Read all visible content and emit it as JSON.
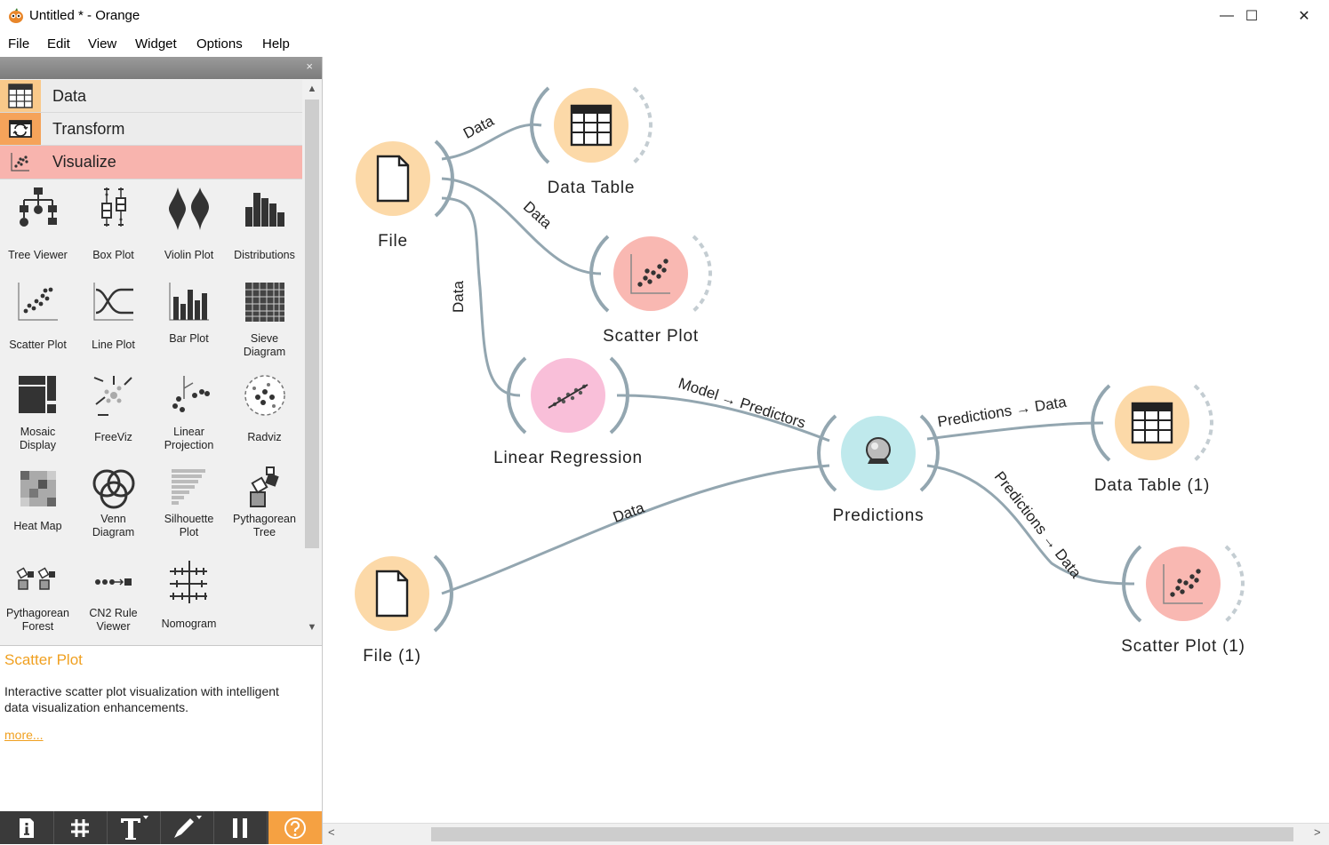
{
  "window": {
    "title": "Untitled * - Orange",
    "minimize": "—",
    "maximize": "☐",
    "close": "✕"
  },
  "menu": [
    "File",
    "Edit",
    "View",
    "Widget",
    "Options",
    "Help"
  ],
  "dock": {
    "close": "×"
  },
  "categories": [
    {
      "label": "Data",
      "color": "#f9c98a",
      "icon": "table-icon"
    },
    {
      "label": "Transform",
      "color": "#f5a35a",
      "icon": "transform-icon"
    },
    {
      "label": "Visualize",
      "color": "#f8b4ae",
      "icon": "scatter-icon"
    }
  ],
  "widgets": [
    {
      "label": "Tree Viewer",
      "icon": "tree-viewer-icon"
    },
    {
      "label": "Box Plot",
      "icon": "box-plot-icon"
    },
    {
      "label": "Violin Plot",
      "icon": "violin-plot-icon"
    },
    {
      "label": "Distributions",
      "icon": "distributions-icon"
    },
    {
      "label": "Scatter Plot",
      "icon": "scatter-plot-icon"
    },
    {
      "label": "Line Plot",
      "icon": "line-plot-icon"
    },
    {
      "label": "Bar Plot",
      "icon": "bar-plot-icon"
    },
    {
      "label": "Sieve\nDiagram",
      "icon": "sieve-diagram-icon"
    },
    {
      "label": "Mosaic\nDisplay",
      "icon": "mosaic-display-icon"
    },
    {
      "label": "FreeViz",
      "icon": "freeviz-icon"
    },
    {
      "label": "Linear\nProjection",
      "icon": "linear-projection-icon"
    },
    {
      "label": "Radviz",
      "icon": "radviz-icon"
    },
    {
      "label": "Heat Map",
      "icon": "heat-map-icon"
    },
    {
      "label": "Venn\nDiagram",
      "icon": "venn-diagram-icon"
    },
    {
      "label": "Silhouette\nPlot",
      "icon": "silhouette-plot-icon"
    },
    {
      "label": "Pythagorean\nTree",
      "icon": "pythagorean-tree-icon"
    },
    {
      "label": "Pythagorean\nForest",
      "icon": "pythagorean-forest-icon"
    },
    {
      "label": "CN2 Rule\nViewer",
      "icon": "cn2-rule-viewer-icon"
    },
    {
      "label": "Nomogram",
      "icon": "nomogram-icon"
    }
  ],
  "description": {
    "title": "Scatter Plot",
    "text": "Interactive scatter plot visualization with intelligent data visualization enhancements.",
    "more": "more..."
  },
  "toolbar": [
    "info-icon",
    "grid-icon",
    "text-annotation-icon",
    "arrow-annotation-icon",
    "pause-icon",
    "help-icon"
  ],
  "nodes": [
    {
      "id": "file",
      "label": "File",
      "kind": "file",
      "color": "#fcd9a8"
    },
    {
      "id": "datatable",
      "label": "Data Table",
      "kind": "table",
      "color": "#fcd9a8"
    },
    {
      "id": "scatter",
      "label": "Scatter Plot",
      "kind": "scatter",
      "color": "#f9b8b2"
    },
    {
      "id": "linreg",
      "label": "Linear Regression",
      "kind": "linreg",
      "color": "#f9bfd9"
    },
    {
      "id": "predictions",
      "label": "Predictions",
      "kind": "predictions",
      "color": "#bfe9ec"
    },
    {
      "id": "file1",
      "label": "File (1)",
      "kind": "file",
      "color": "#fcd9a8"
    },
    {
      "id": "datatable1",
      "label": "Data Table (1)",
      "kind": "table",
      "color": "#fcd9a8"
    },
    {
      "id": "scatter1",
      "label": "Scatter Plot (1)",
      "kind": "scatter",
      "color": "#f9b8b2"
    }
  ],
  "links": [
    {
      "from": "file",
      "to": "datatable",
      "label": "Data"
    },
    {
      "from": "file",
      "to": "scatter",
      "label": "Data"
    },
    {
      "from": "file",
      "to": "linreg",
      "label": "Data"
    },
    {
      "from": "linreg",
      "to": "predictions",
      "label": "Model → Predictors"
    },
    {
      "from": "file1",
      "to": "predictions",
      "label": "Data"
    },
    {
      "from": "predictions",
      "to": "datatable1",
      "label": "Predictions → Data"
    },
    {
      "from": "predictions",
      "to": "scatter1",
      "label": "Predictions → Data"
    }
  ],
  "scroll": {
    "up": "▲",
    "down": "▼",
    "left": "<",
    "right": ">"
  }
}
